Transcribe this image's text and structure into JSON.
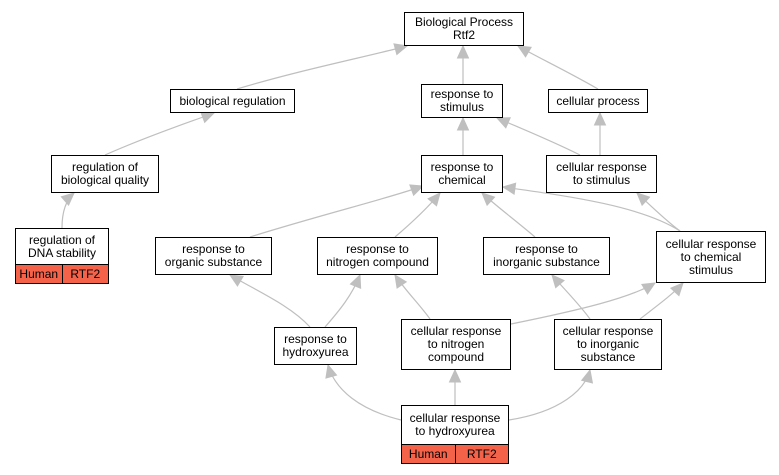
{
  "colors": {
    "edge": "#bfbfbf",
    "annotation": "#f4624a",
    "border": "#000000"
  },
  "nodes": {
    "root": "Biological Process\nRtf2",
    "bio_reg": "biological regulation",
    "resp_stim": "response to\nstimulus",
    "cell_proc": "cellular process",
    "reg_bio_qual": "regulation of\nbiological quality",
    "resp_chem": "response to\nchemical",
    "cell_resp_stim": "cellular response\nto stimulus",
    "reg_dna": "regulation of\nDNA stability",
    "resp_org": "response to\norganic substance",
    "resp_nitro": "response to\nnitrogen compound",
    "resp_inorg": "response to\ninorganic substance",
    "cell_resp_chem": "cellular response\nto chemical\nstimulus",
    "resp_hu": "response to\nhydroxyurea",
    "cell_resp_nitro": "cellular response\nto nitrogen\ncompound",
    "cell_resp_inorg": "cellular response\nto inorganic\nsubstance",
    "cell_resp_hu": "cellular response\nto hydroxyurea"
  },
  "annotations": {
    "reg_dna": {
      "species": "Human",
      "gene": "RTF2"
    },
    "cell_resp_hu": {
      "species": "Human",
      "gene": "RTF2"
    }
  }
}
